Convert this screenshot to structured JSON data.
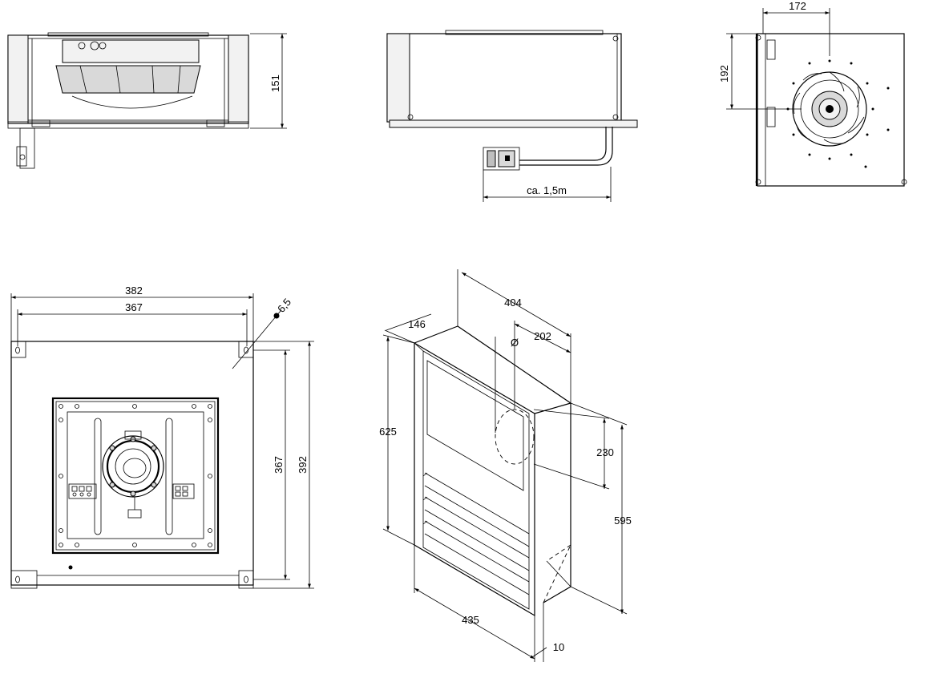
{
  "dimensions": {
    "front_height": "151",
    "cable_length": "ca. 1,5m",
    "side_width": "172",
    "side_height": "192",
    "plan_outer_width": "382",
    "plan_inner_width": "367",
    "hole_diameter": "6,5",
    "plan_inner_height": "367",
    "plan_outer_height": "392",
    "iso_depth": "404",
    "iso_offset": "146",
    "iso_diameter_symbol": "Ø",
    "iso_duct": "202",
    "iso_height": "625",
    "iso_duct_height": "230",
    "iso_body_height": "595",
    "iso_width": "435",
    "iso_flange": "10"
  }
}
